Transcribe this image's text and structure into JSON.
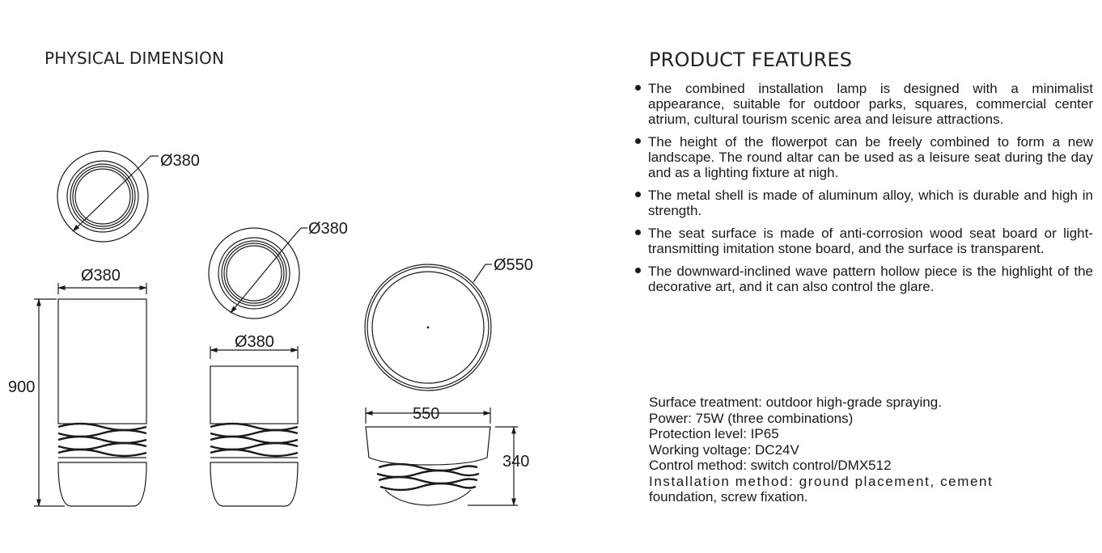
{
  "dimension_section": {
    "title": "PHYSICAL DIMENSION",
    "tall_pot": {
      "top_diameter": "Ø380",
      "width": "Ø380",
      "height": "900"
    },
    "short_pot": {
      "top_diameter": "Ø380",
      "width": "Ø380"
    },
    "seat_bowl": {
      "top_diameter": "Ø550",
      "width": "550",
      "height": "340"
    }
  },
  "features_section": {
    "title": "PRODUCT FEATURES",
    "bullets": [
      "The combined installation lamp is designed with a minimalist appearance, suitable for outdoor parks, squares, commercial center atrium, cultural tourism scenic area and leisure attractions.",
      "The height of the flowerpot can be freely combined to form a new landscape. The round altar can be used as a leisure seat during the day and as a lighting fixture at nigh.",
      "The metal shell is made of aluminum alloy, which is durable and high in strength.",
      "The seat surface is made of anti-corrosion wood seat board or light-transmitting imitation stone board, and the surface is transparent.",
      "The downward-inclined wave pattern hollow piece is the highlight of the decorative art, and it can also control the glare."
    ],
    "specs": {
      "surface": "Surface treatment: outdoor high-grade spraying.",
      "power": "Power: 75W (three combinations)",
      "protection": "Protection level: IP65",
      "voltage": "Working voltage: DC24V",
      "control": "Control method: switch control/DMX512",
      "installation_line1": "Installation method: ground placement, cement",
      "installation_line2": "foundation, screw fixation."
    }
  },
  "colors": {
    "ink": "#1a1a1a",
    "background": "#ffffff"
  }
}
